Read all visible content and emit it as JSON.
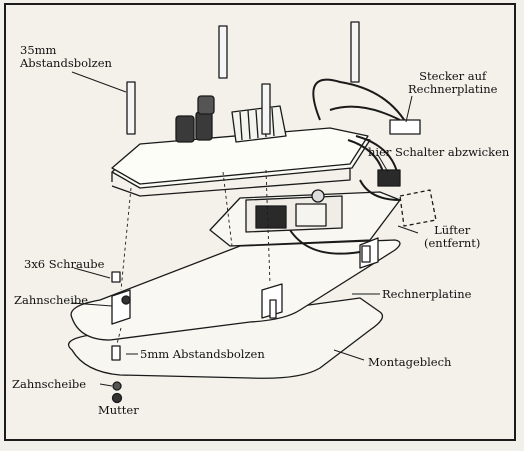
{
  "labels": {
    "standoff_35mm": [
      "35mm",
      "Abstandsbolzen"
    ],
    "plug": [
      "Stecker auf",
      "Rechnerplatine"
    ],
    "switch": "hier Schalter abzwicken",
    "fan": [
      "Lüfter",
      "(entfernt)"
    ],
    "screw": "3x6 Schraube",
    "washer_top": "Zahnscheibe",
    "computer_board": "Rechnerplatine",
    "standoff_5mm": "5mm Abstandsbolzen",
    "mounting_plate": "Montageblech",
    "washer_bottom": "Zahnscheibe",
    "nut": "Mutter"
  }
}
